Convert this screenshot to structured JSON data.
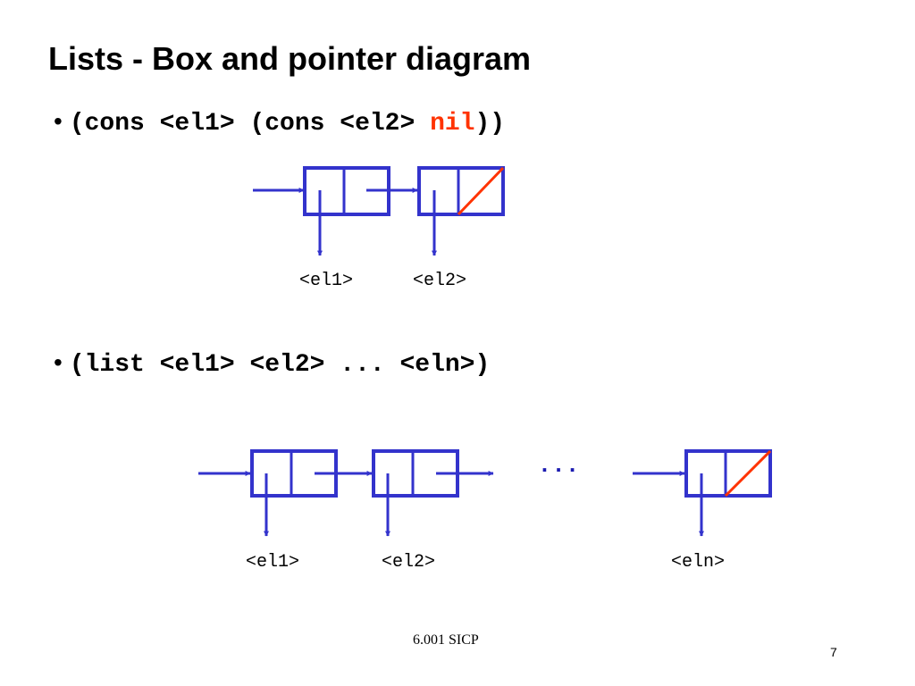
{
  "slide": {
    "title": "Lists - Box and pointer diagram",
    "footer": "6.001 SICP",
    "page_number": "7"
  },
  "bullets": [
    {
      "segments": [
        "(cons <el1> (cons <el2> ",
        "nil",
        "))"
      ]
    },
    {
      "segments": [
        "(list <el1> <el2> ... <eln>)"
      ]
    }
  ],
  "diagram1": {
    "labels": [
      "<el1>",
      "<el2>"
    ]
  },
  "diagram2": {
    "labels": [
      "<el1>",
      "<el2>",
      "<eln>"
    ],
    "ellipsis": "..."
  },
  "colors": {
    "box_stroke": "#3333cc",
    "nil_slash": "#ff3300",
    "nil_text": "#ff3300"
  }
}
